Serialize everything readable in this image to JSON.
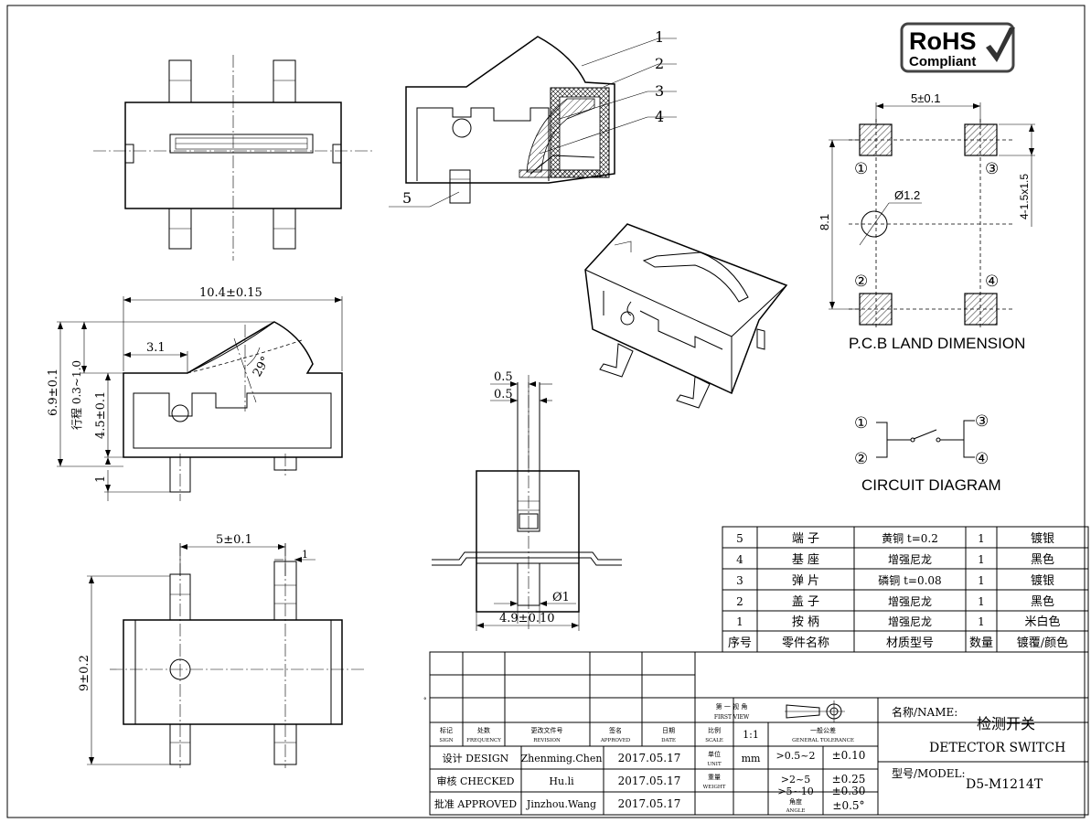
{
  "badge": {
    "line1": "RoHS",
    "line2": "Compliant"
  },
  "callouts": [
    "1",
    "2",
    "3",
    "4",
    "5"
  ],
  "side_view": {
    "length": "10.4±0.15",
    "offset": "3.1",
    "angle": "29°",
    "height_total": "6.9±0.1",
    "travel": "行程 0.3~1.0",
    "body_height": "4.5±0.1",
    "base": "1"
  },
  "bottom_view": {
    "pitch": "5±0.1",
    "pin": "1",
    "height": "9±0.2"
  },
  "end_view": {
    "t1": "0.5",
    "t2": "0.5",
    "hole": "Ø1",
    "width": "4.9±0.10"
  },
  "pcb": {
    "pitch": "5±0.1",
    "pads": "4-1.5x1.5",
    "hole": "Ø1.2",
    "span": "8.1",
    "pins": [
      "①",
      "②",
      "③",
      "④"
    ],
    "title": "P.C.B LAND DIMENSION"
  },
  "circuit": {
    "pins": [
      "①",
      "②",
      "③",
      "④"
    ],
    "title": "CIRCUIT DIAGRAM"
  },
  "bom": [
    {
      "no": "5",
      "part": "端 子",
      "material": "黄铜 t=0.2",
      "qty": "1",
      "finish": "镀银"
    },
    {
      "no": "4",
      "part": "基 座",
      "material": "增强尼龙",
      "qty": "1",
      "finish": "黑色"
    },
    {
      "no": "3",
      "part": "弹 片",
      "material": "磷铜 t=0.08",
      "qty": "1",
      "finish": "镀银"
    },
    {
      "no": "2",
      "part": "盖 子",
      "material": "增强尼龙",
      "qty": "1",
      "finish": "黑色"
    },
    {
      "no": "1",
      "part": "按 柄",
      "material": "增强尼龙",
      "qty": "1",
      "finish": "米白色"
    }
  ],
  "bom_header": {
    "no": "序号",
    "part": "零件名称",
    "material": "材质型号",
    "qty": "数量",
    "finish": "镀覆/颜色"
  },
  "title_block": {
    "hdr": {
      "sign_cn": "标记",
      "sign_en": "SIGN",
      "freq_cn": "处数",
      "freq_en": "FREQUENCY",
      "rev_cn": "更改文件号",
      "rev_en": "REVISION",
      "appr_cn": "签名",
      "appr_en": "APPROVED",
      "date_cn": "日期",
      "date_en": "DATE"
    },
    "rows": [
      {
        "role": "设计 DESIGN",
        "name": "Zhenming.Chen",
        "date": "2017.05.17"
      },
      {
        "role": "审核 CHECKED",
        "name": "Hu.li",
        "date": "2017.05.17"
      },
      {
        "role": "批准 APPROVED",
        "name": "Jinzhou.Wang",
        "date": "2017.05.17"
      }
    ],
    "first_view_cn": "第 一 视 角",
    "first_view_en": "FIRST VIEW",
    "scale_cn": "比例",
    "scale_en": "SCALE",
    "scale": "1:1",
    "unit_cn": "单位",
    "unit_en": "UNIT",
    "unit": "mm",
    "weight_cn": "重量",
    "weight_en": "WEIGHT",
    "angle_cn": "角度",
    "angle_en": "ANGLE",
    "tol_cn": "一般公差",
    "tol_en": "GENERAL TOLERANCE",
    "tolerances": [
      {
        "range": ">0.5~2",
        "tol": "±0.10"
      },
      {
        "range": ">2~5",
        "tol": "±0.25"
      },
      {
        "range": ">5~10",
        "tol": "±0.30"
      }
    ],
    "angle_tol": "±0.5°",
    "name_label": "名称/NAME:",
    "name_cn": "检测开关",
    "name_en": "DETECTOR  SWITCH",
    "model_label": "型号/MODEL:",
    "model": "D5-M1214T"
  }
}
